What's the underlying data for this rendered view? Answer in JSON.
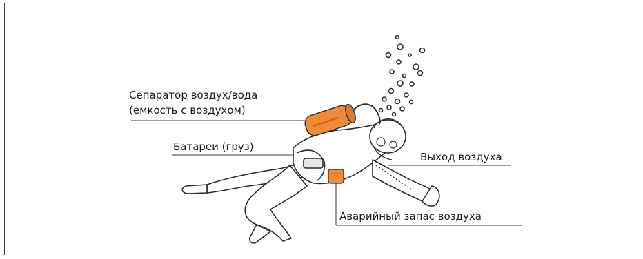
{
  "diagram": {
    "labels": {
      "separator_line1": "Сепаратор воздух/вода",
      "separator_line2": "(емкость с воздухом)",
      "batteries": "Батареи (груз)",
      "air_outlet": "Выход воздуха",
      "emergency_air": "Аварийный запас воздуха"
    },
    "colors": {
      "tank": "#f08a3a",
      "tank_dark": "#c85f1a",
      "outline": "#2b2b2b",
      "leader": "#3a3a3a"
    },
    "icons": [
      "diver-figure",
      "air-bubbles",
      "air-tank",
      "helmet",
      "emergency-air-pack"
    ]
  }
}
